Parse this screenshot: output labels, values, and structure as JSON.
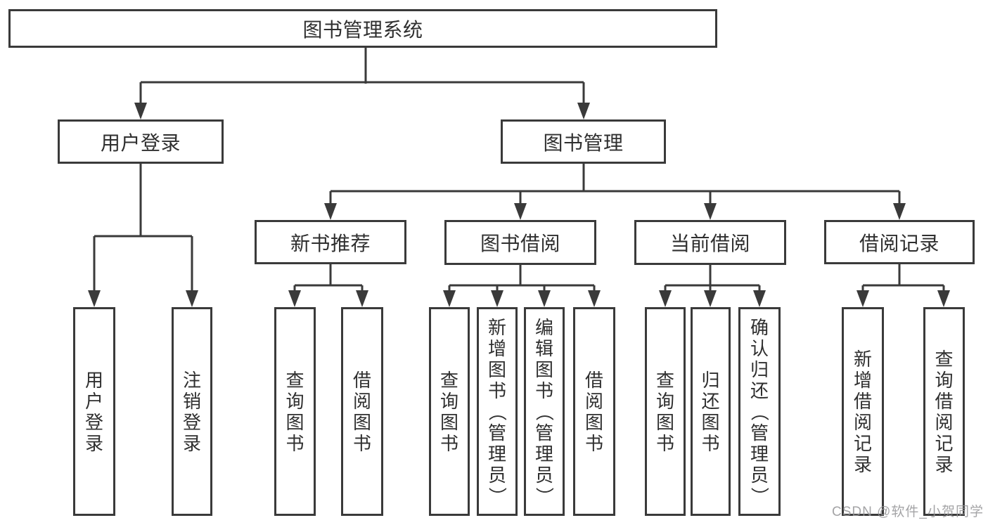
{
  "tree": {
    "root": "图书管理系统",
    "children": [
      {
        "label": "用户登录",
        "children": [
          "用户登录",
          "注销登录"
        ]
      },
      {
        "label": "图书管理",
        "children": [
          {
            "label": "新书推荐",
            "children": [
              "查询图书",
              "借阅图书"
            ]
          },
          {
            "label": "图书借阅",
            "children": [
              "查询图书",
              "新增图书（管理员）",
              "编辑图书（管理员）",
              "借阅图书"
            ]
          },
          {
            "label": "当前借阅",
            "children": [
              "查询图书",
              "归还图书",
              "确认归还（管理员）"
            ]
          },
          {
            "label": "借阅记录",
            "children": [
              "新增借阅记录",
              "查询借阅记录"
            ]
          }
        ]
      }
    ]
  },
  "watermark": "CSDN @软件_小贺同学",
  "colors": {
    "line": "#3a3a3a",
    "text": "#2f2f2f",
    "watermark": "#949496",
    "background": "#ffffff"
  }
}
